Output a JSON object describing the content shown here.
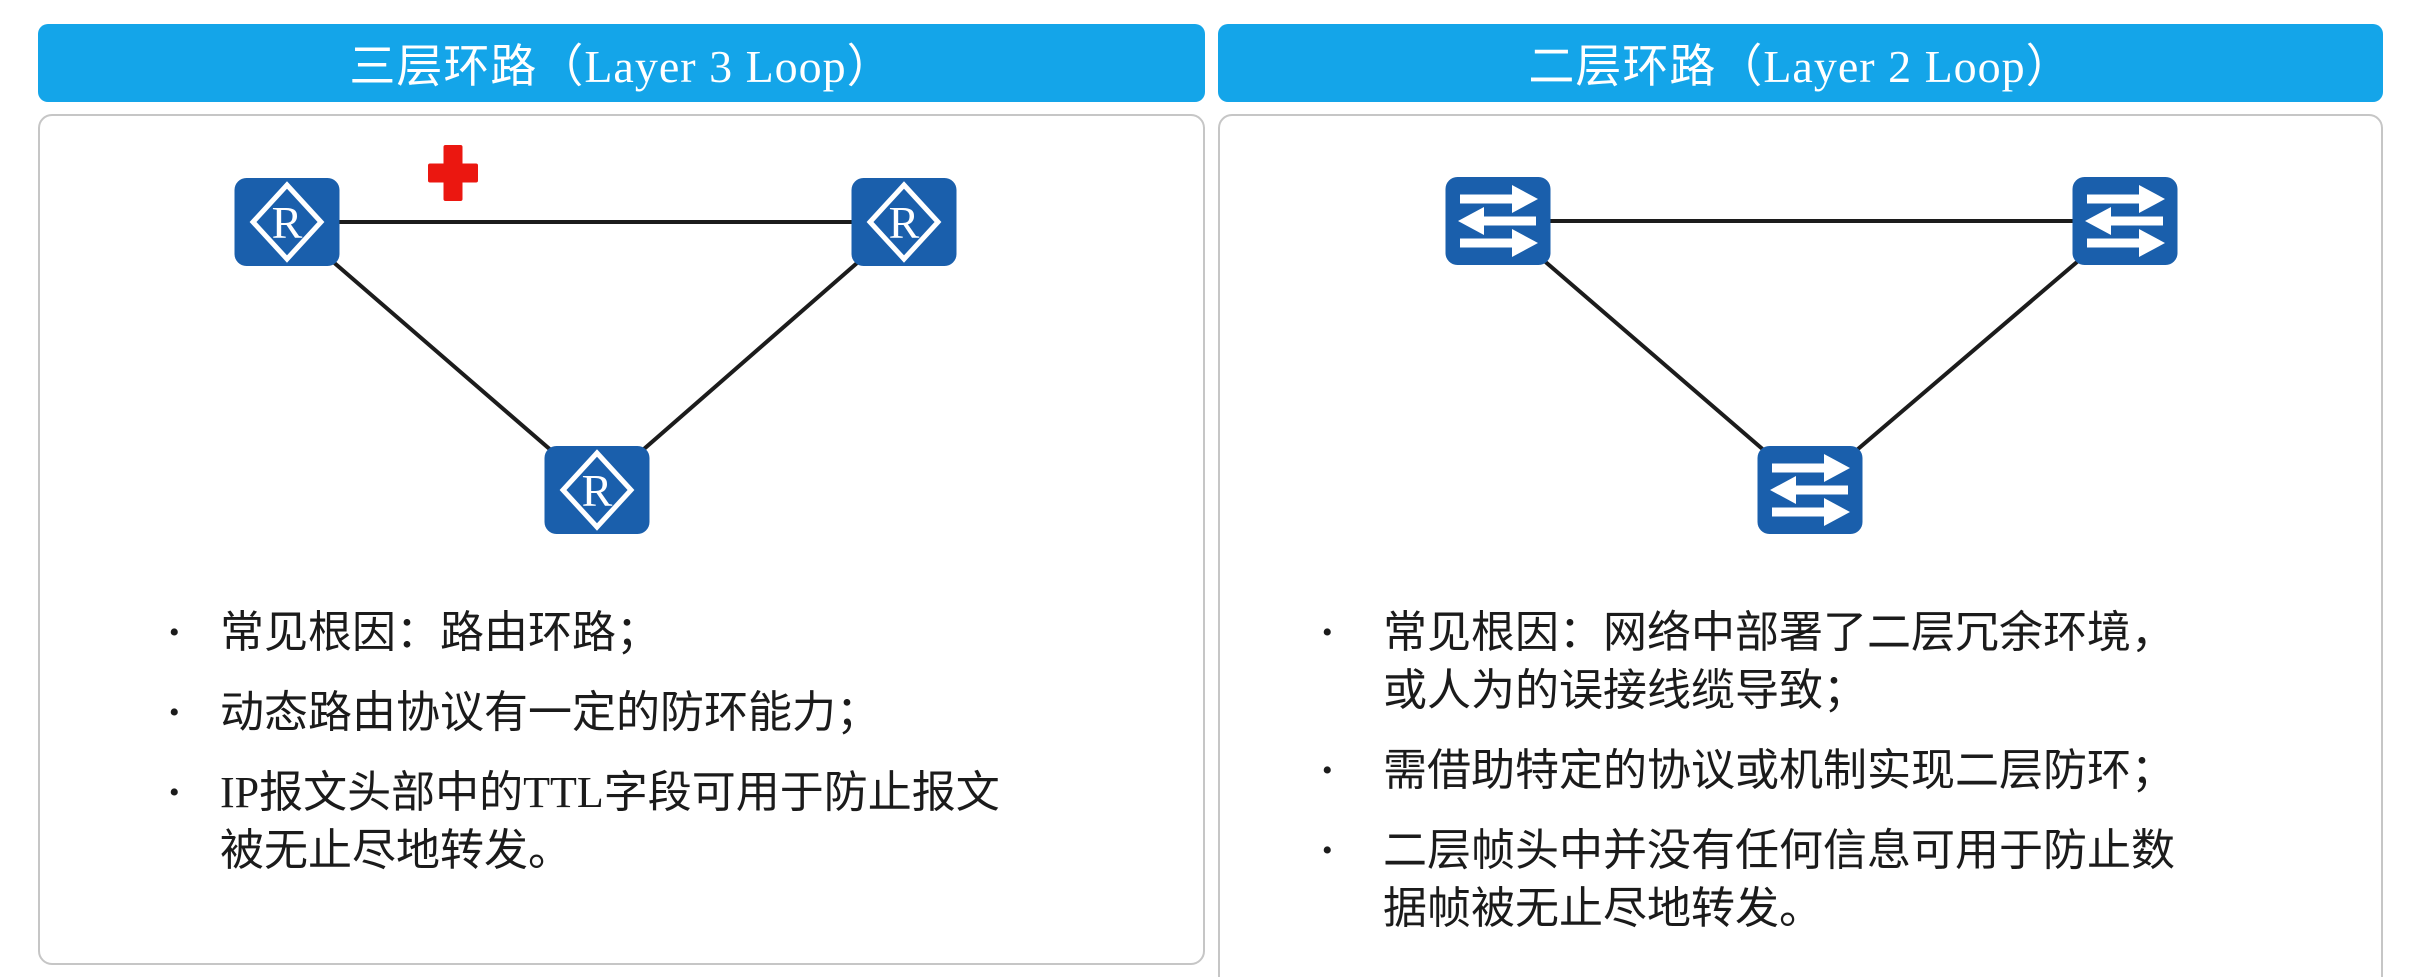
{
  "ui": {
    "bullet_glyph": "•"
  },
  "colors": {
    "header_background": "#14a5e9",
    "header_text": "#ffffff",
    "node_blue": "#1a5fac",
    "node_glyph_white": "#ffffff",
    "link_line": "#1c1c1c",
    "card_border": "#c6c6c6",
    "card_background": "#ffffff",
    "body_text": "#1b1b1b",
    "error_cross_red": "#eb1710"
  },
  "left_panel": {
    "title": "三层环路（Layer 3 Loop）",
    "topology": {
      "node_type": "router",
      "router_label": "R",
      "nodes": [
        "router-top-left",
        "router-top-right",
        "router-bottom-center"
      ],
      "links": [
        [
          "router-top-left",
          "router-top-right"
        ],
        [
          "router-top-left",
          "router-bottom-center"
        ],
        [
          "router-top-right",
          "router-bottom-center"
        ]
      ],
      "annotation": {
        "symbol": "red-cross",
        "near_link": "router-top-left ↔ router-top-right"
      }
    },
    "bullets": [
      {
        "lines": [
          "常见根因：路由环路；"
        ]
      },
      {
        "lines": [
          "动态路由协议有一定的防环能力；"
        ]
      },
      {
        "lines": [
          "IP报文头部中的TTL字段可用于防止报文",
          "被无止尽地转发。"
        ]
      }
    ]
  },
  "right_panel": {
    "title": "二层环路（Layer 2 Loop）",
    "topology": {
      "node_type": "switch",
      "nodes": [
        "switch-top-left",
        "switch-top-right",
        "switch-bottom-center"
      ],
      "links": [
        [
          "switch-top-left",
          "switch-top-right"
        ],
        [
          "switch-top-left",
          "switch-bottom-center"
        ],
        [
          "switch-top-right",
          "switch-bottom-center"
        ]
      ]
    },
    "bullets": [
      {
        "lines": [
          "常见根因：网络中部署了二层冗余环境，",
          "或人为的误接线缆导致；"
        ]
      },
      {
        "lines": [
          "需借助特定的协议或机制实现二层防环；"
        ]
      },
      {
        "lines": [
          "二层帧头中并没有任何信息可用于防止数",
          "据帧被无止尽地转发。"
        ]
      }
    ]
  }
}
